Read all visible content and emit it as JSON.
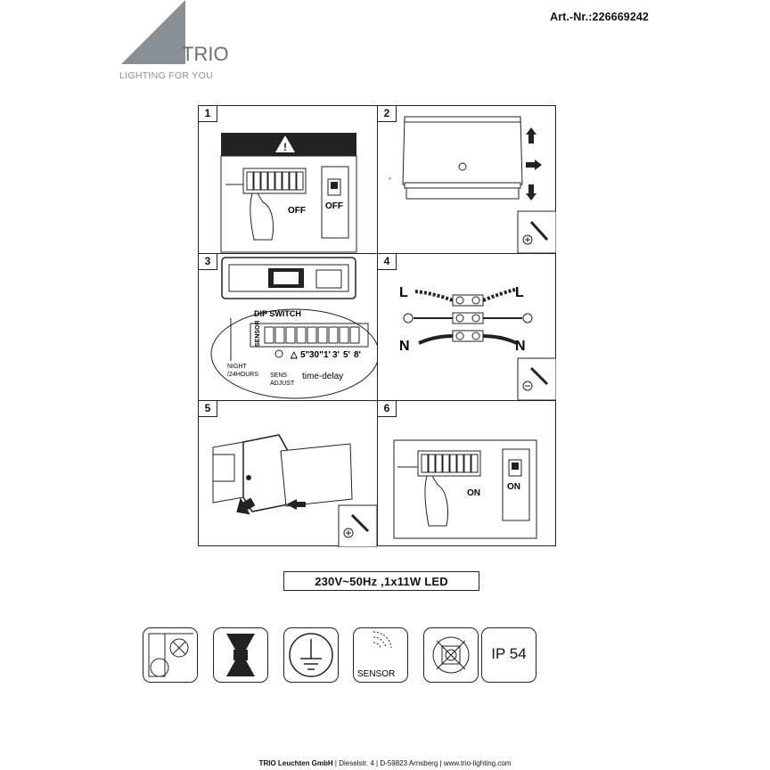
{
  "brand": {
    "name": "TRIO",
    "tagline": "LIGHTING FOR YOU"
  },
  "article": "Art.-Nr.:226669242",
  "steps": [
    {
      "num": "1",
      "switch_label": "OFF",
      "wall_label": "OFF"
    },
    {
      "num": "2"
    },
    {
      "num": "3",
      "dip_title": "DIP SWITCH",
      "sensor": "SENSOR",
      "delays": [
        "5\"",
        "30\"",
        "1'",
        "3'",
        "5'",
        "8'"
      ],
      "night": "NIGHT",
      "hours": "/24HOURS",
      "sens": "SENS",
      "adjust": "ADJUST",
      "time_delay": "time-delay"
    },
    {
      "num": "4",
      "L": "L",
      "N": "N"
    },
    {
      "num": "5"
    },
    {
      "num": "6",
      "switch_label": "ON",
      "wall_label": "ON"
    }
  ],
  "spec": "230V~50Hz ,1x11W LED",
  "icons": [
    {
      "name": "mounting-icon"
    },
    {
      "name": "up-down-light-icon"
    },
    {
      "name": "earth-ground-icon"
    },
    {
      "name": "sensor-icon",
      "label": "SENSOR"
    },
    {
      "name": "no-dimmer-icon"
    },
    {
      "name": "ip-rating-icon",
      "label": "IP 54"
    }
  ],
  "footer": {
    "company": "TRIO Leuchten GmbH",
    "street": "Dieselstr. 4",
    "city": "D-59823 Arnsberg",
    "web": "www.trio-lighting.com",
    "sep": "|"
  }
}
